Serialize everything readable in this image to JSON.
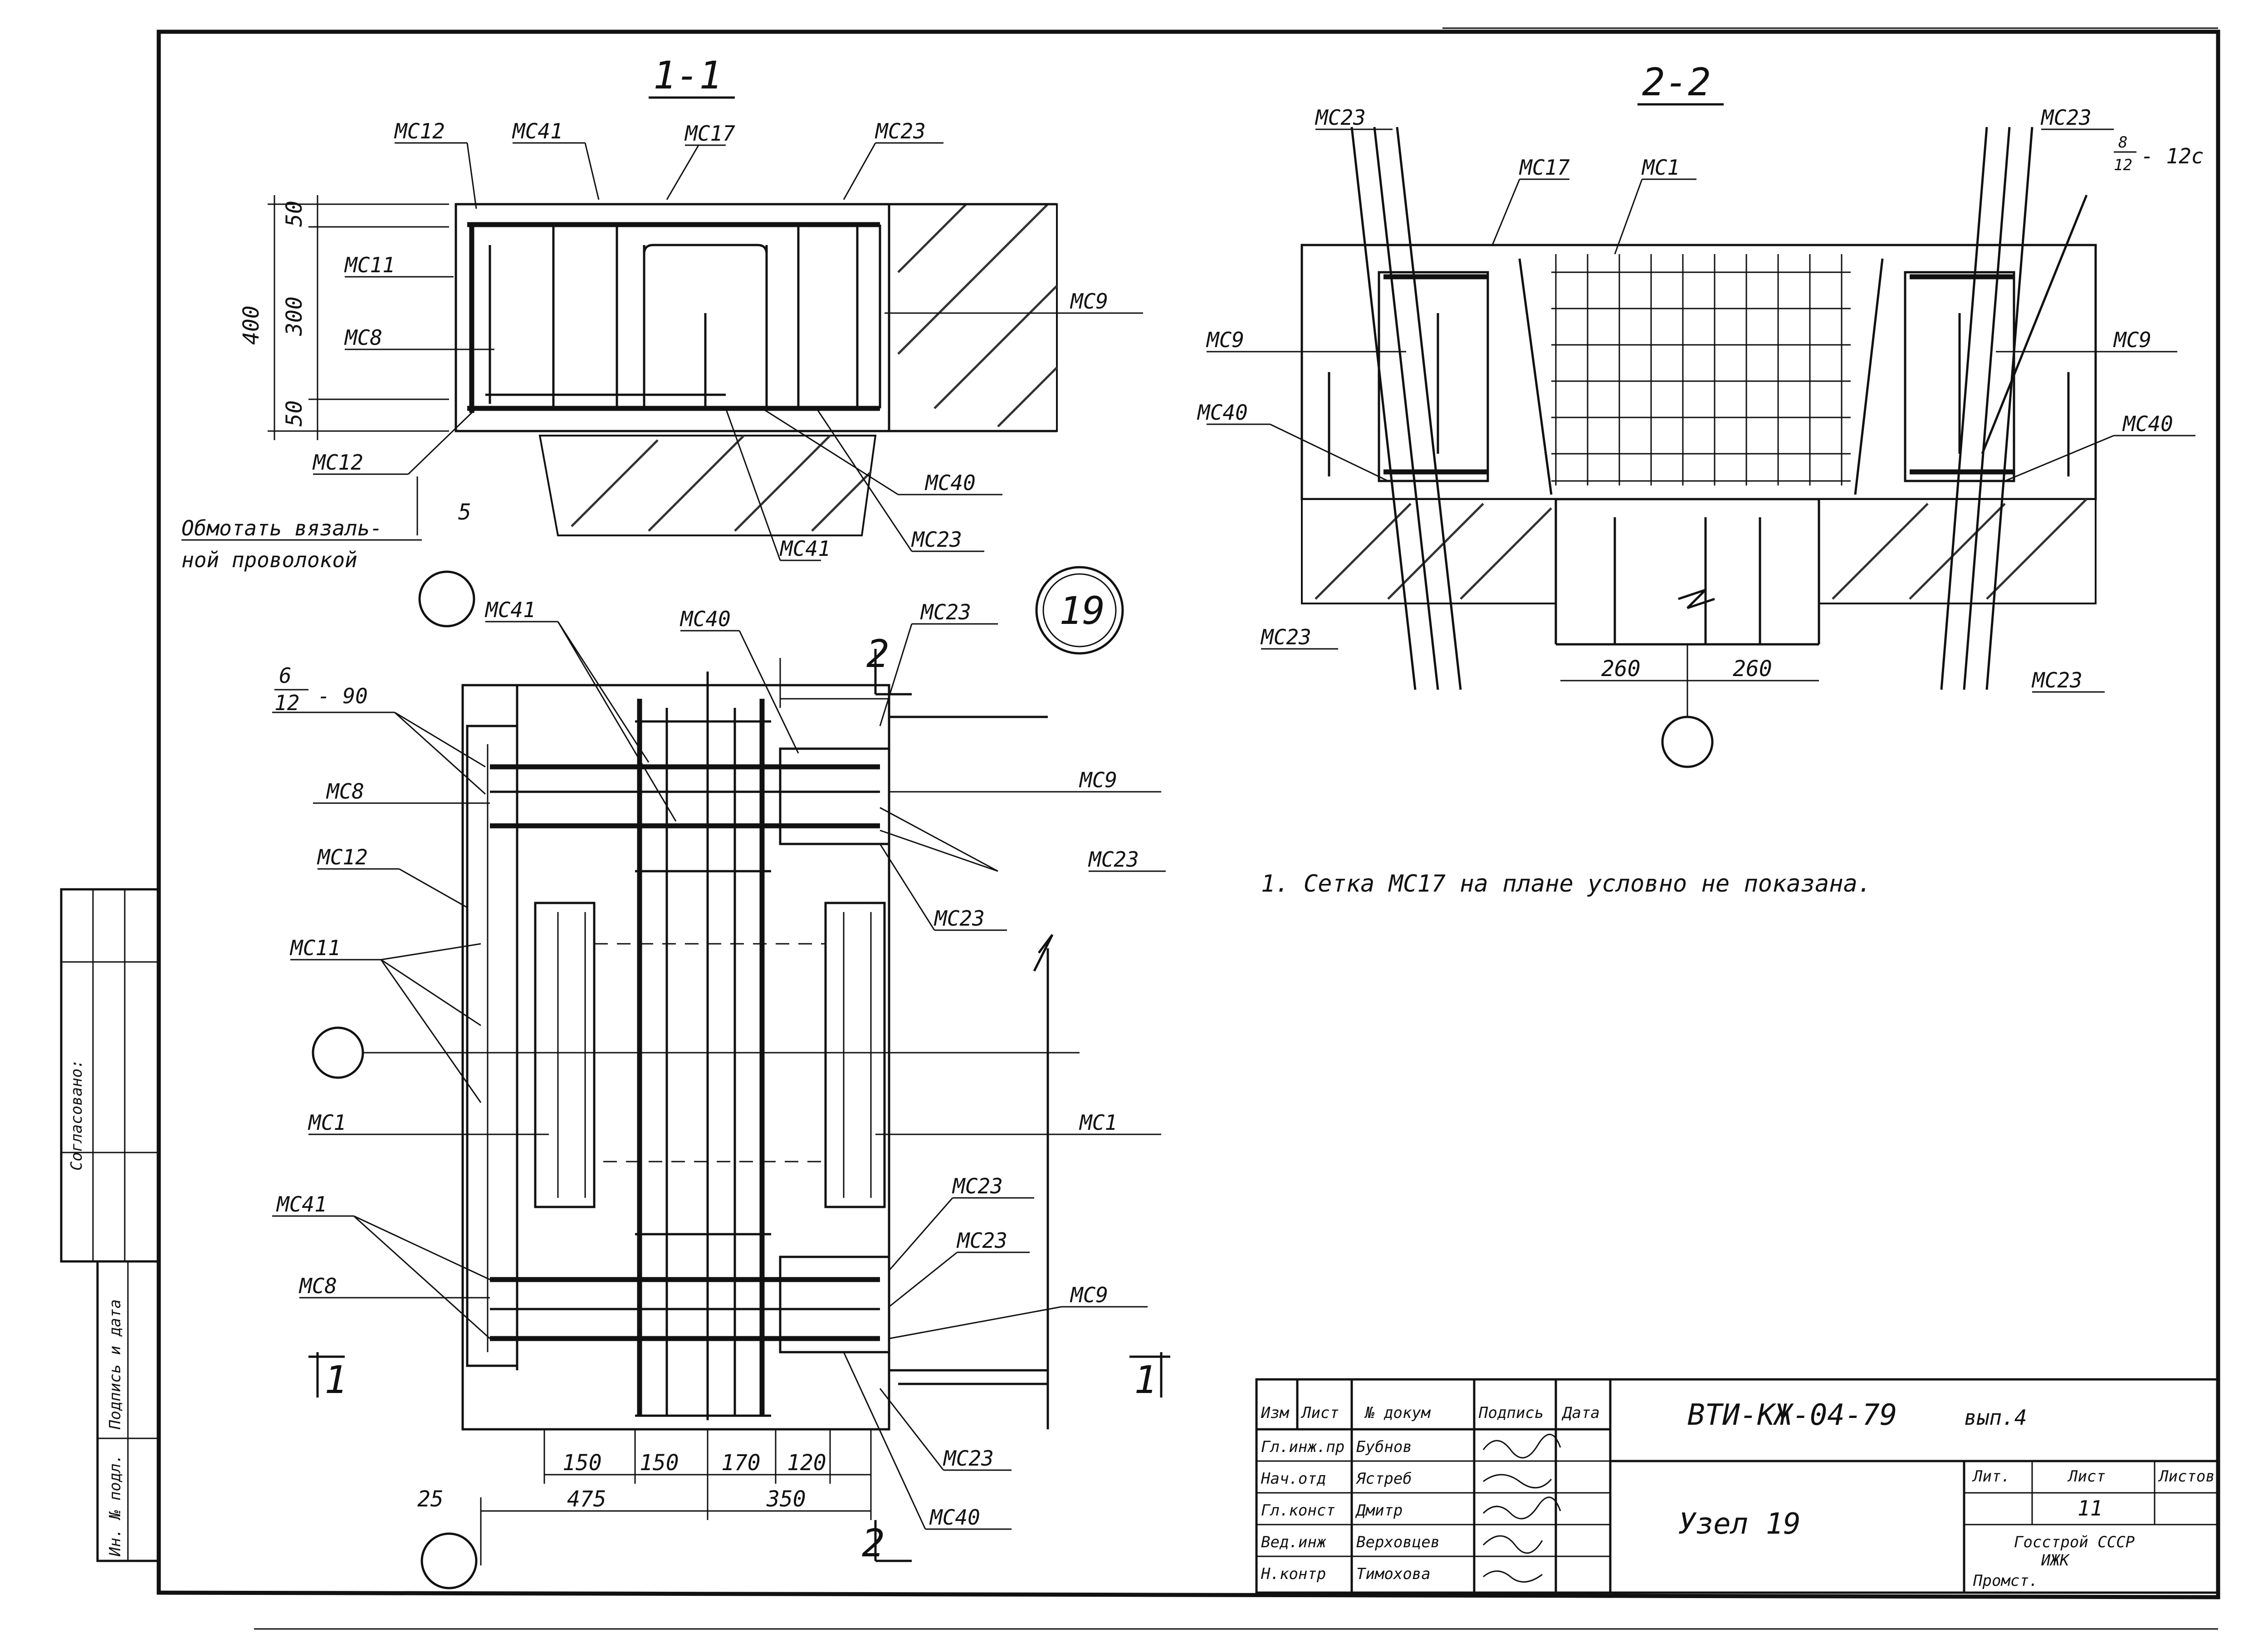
{
  "sections": {
    "s11_title": "1-1",
    "s22_title": "2-2",
    "node_number": "19",
    "cut_mark_1": "1",
    "cut_mark_2": "2"
  },
  "labels_s11": {
    "mc12_top": "МС12",
    "mc41_top": "МС41",
    "mc17_top": "МС17",
    "mc23_top": "МС23",
    "mc11": "МС11",
    "mc8": "МС8",
    "mc9": "МС9",
    "mc12_bottom": "МС12",
    "mc40": "МС40",
    "mc41_bottom": "МС41",
    "mc23_bottom": "МС23",
    "wrap_note_1": "Обмотать вязаль-",
    "wrap_note_2": "ной проволокой",
    "dim_400": "400",
    "dim_50a": "50",
    "dim_300": "300",
    "dim_50b": "50",
    "dim_5": "5"
  },
  "labels_s22": {
    "mc23_tl": "МС23",
    "mc17": "МС17",
    "mc1": "МС1",
    "mc23_tr": "МС23",
    "frac_num": "8",
    "frac_den": "12",
    "frac_suffix": "- 12с",
    "mc9_left": "МС9",
    "mc9_right": "МС9",
    "mc40_left": "МС40",
    "mc40_right": "МС40",
    "mc23_bl": "МС23",
    "mc23_br": "МС23",
    "dim_260a": "260",
    "dim_260b": "260"
  },
  "labels_plan": {
    "mc41_top": "МС41",
    "mc40_top": "МС40",
    "mc23_top": "МС23",
    "frac_num": "6",
    "frac_den": "12",
    "frac_suffix": "- 90",
    "mc8_top": "МС8",
    "mc9_top": "МС9",
    "mc23_r1": "МС23",
    "mc23_r2": "МС23",
    "mc12": "МС12",
    "mc11": "МС11",
    "mc1_left": "МС1",
    "mc1_right": "МС1",
    "mc41_bottom": "МС41",
    "mc23_r3": "МС23",
    "mc23_r4": "МС23",
    "mc8_bottom": "МС8",
    "mc9_bottom": "МС9",
    "mc23_r5": "МС23",
    "mc40_bottom": "МС40",
    "dim_150a": "150",
    "dim_150b": "150",
    "dim_170": "170",
    "dim_120": "120",
    "dim_475": "475",
    "dim_350": "350",
    "dim_25": "25"
  },
  "note": "1. Сетка МС17 на плане условно не показана.",
  "side_stamp": {
    "agreed": "Согласовано:",
    "inv_no": "Ин. № подл.",
    "sign_date": "Подпись и дата"
  },
  "title_block": {
    "headers": [
      "Изм",
      "Лист",
      "№ докум",
      "Подпись",
      "Дата"
    ],
    "rows": [
      [
        "Гл.инж.пр",
        "Бубнов"
      ],
      [
        "Нач.отд",
        "Ястреб"
      ],
      [
        "Гл.конст",
        "Дмитр"
      ],
      [
        "Вед.инж",
        "Верховцев"
      ],
      [
        "Н.контр",
        "Тимохова"
      ]
    ],
    "doc_code": "ВТИ-КЖ-04-79",
    "issue": "вып.4",
    "drawing_title": "Узел 19",
    "stage_header": "Лит.",
    "sheet_header": "Лист",
    "sheets_header": "Листов",
    "sheet_no": "11",
    "org_line1": "Госстрой СССР",
    "org_line2": "ИЖК",
    "org_line3": "Промст."
  }
}
